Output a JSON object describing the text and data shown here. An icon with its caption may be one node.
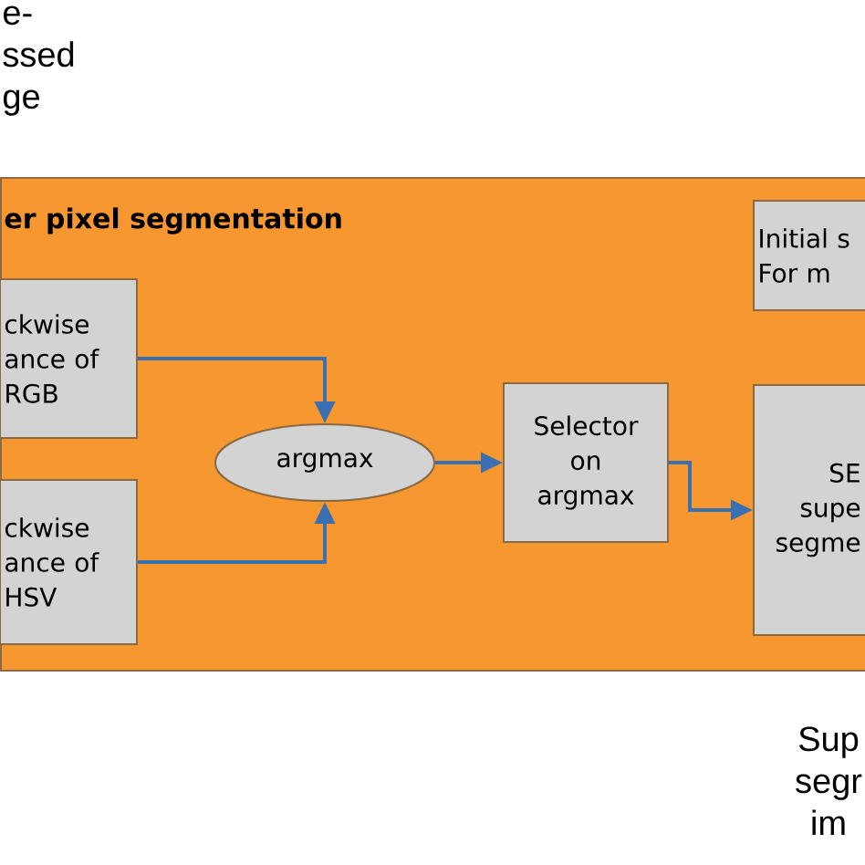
{
  "diagram": {
    "nodes": [
      {
        "text": [
          "er pixel segmentation"
        ]
      },
      {
        "text": [
          "ckwise ance of RGB"
        ],
        "in": 0
      },
      {
        "text": [
          "ckwise ance of HSV"
        ],
        "in": 0
      },
      {
        "text": [
          "argmax"
        ],
        "in": 0
      },
      {
        "text": [
          "Selector on argmax"
        ],
        "in": 0
      },
      {
        "text": [
          "Initial s For m"
        ],
        "in": 0
      },
      {
        "text": [
          "SE supe segme"
        ],
        "in": 0
      }
    ],
    "edges": [
      {
        "from": 1,
        "to": 3,
        "arrow": "to"
      },
      {
        "from": 2,
        "to": 3,
        "arrow": "to"
      },
      {
        "from": 3,
        "to": 4,
        "arrow": "to"
      },
      {
        "from": 4,
        "to": 6,
        "arrow": "to"
      }
    ],
    "labels": [
      "e- ssed ge",
      "Sup segr im"
    ]
  }
}
